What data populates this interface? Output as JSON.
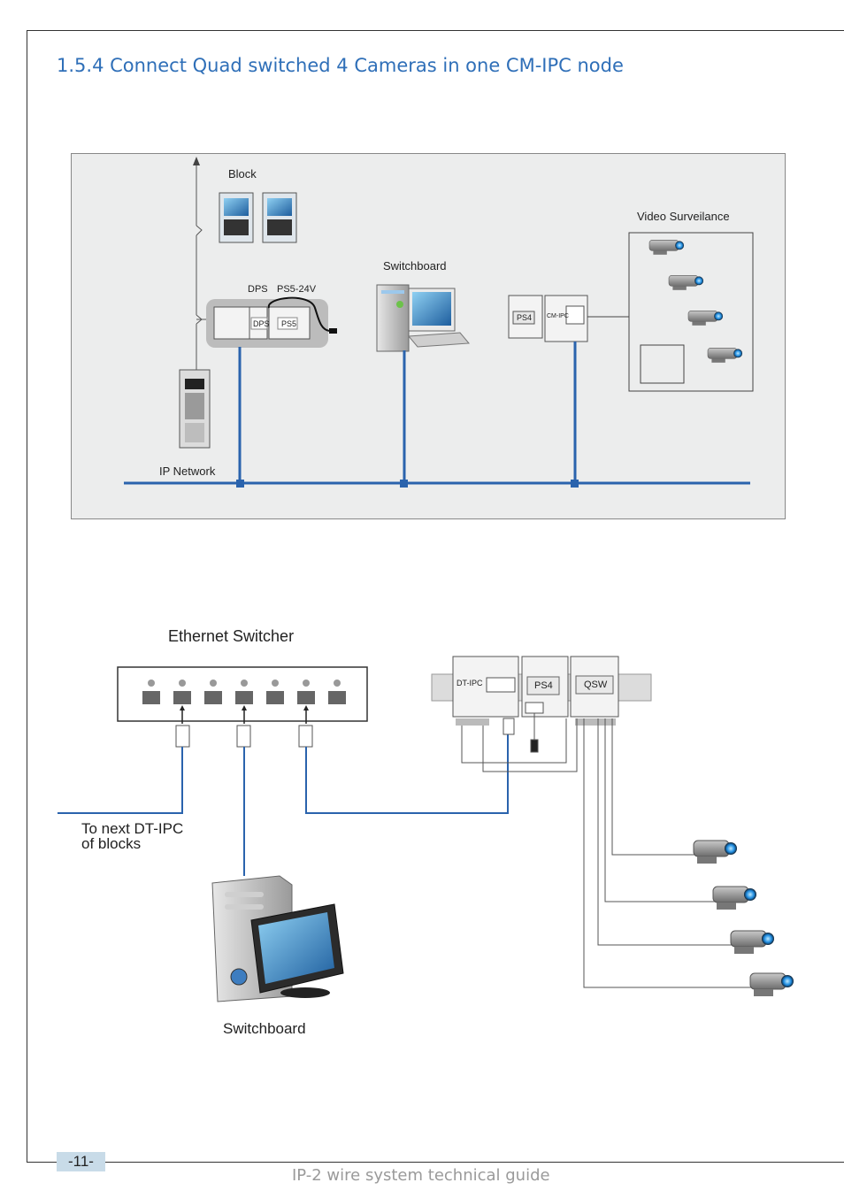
{
  "page": {
    "title": "1.5.4 Connect Quad switched 4 Cameras in one CM-IPC node",
    "page_number": "-11-",
    "footer": "IP-2 wire system technical guide"
  },
  "top_diagram": {
    "block_label": "Block",
    "dps_label": "DPS",
    "ps_label": "PS5-24V",
    "dps_module": "DPS",
    "ps_module": "PS5",
    "switchboard_label": "Switchboard",
    "video_label": "Video Surveilance",
    "ps4_module": "PS4",
    "cmipc_module": "CM-IPC",
    "network_label": "IP  Network"
  },
  "bottom_diagram": {
    "switcher_label": "Ethernet Switcher",
    "dtipc_module": "DT-IPC",
    "ps4_module": "PS4",
    "qsw_module": "QSW",
    "next_label_line1": "To next DT-IPC",
    "next_label_line2": "of blocks",
    "switchboard_label": "Switchboard"
  },
  "colors": {
    "title": "#2f6fb8",
    "link": "#2a63ad",
    "panel": "#eceded"
  }
}
